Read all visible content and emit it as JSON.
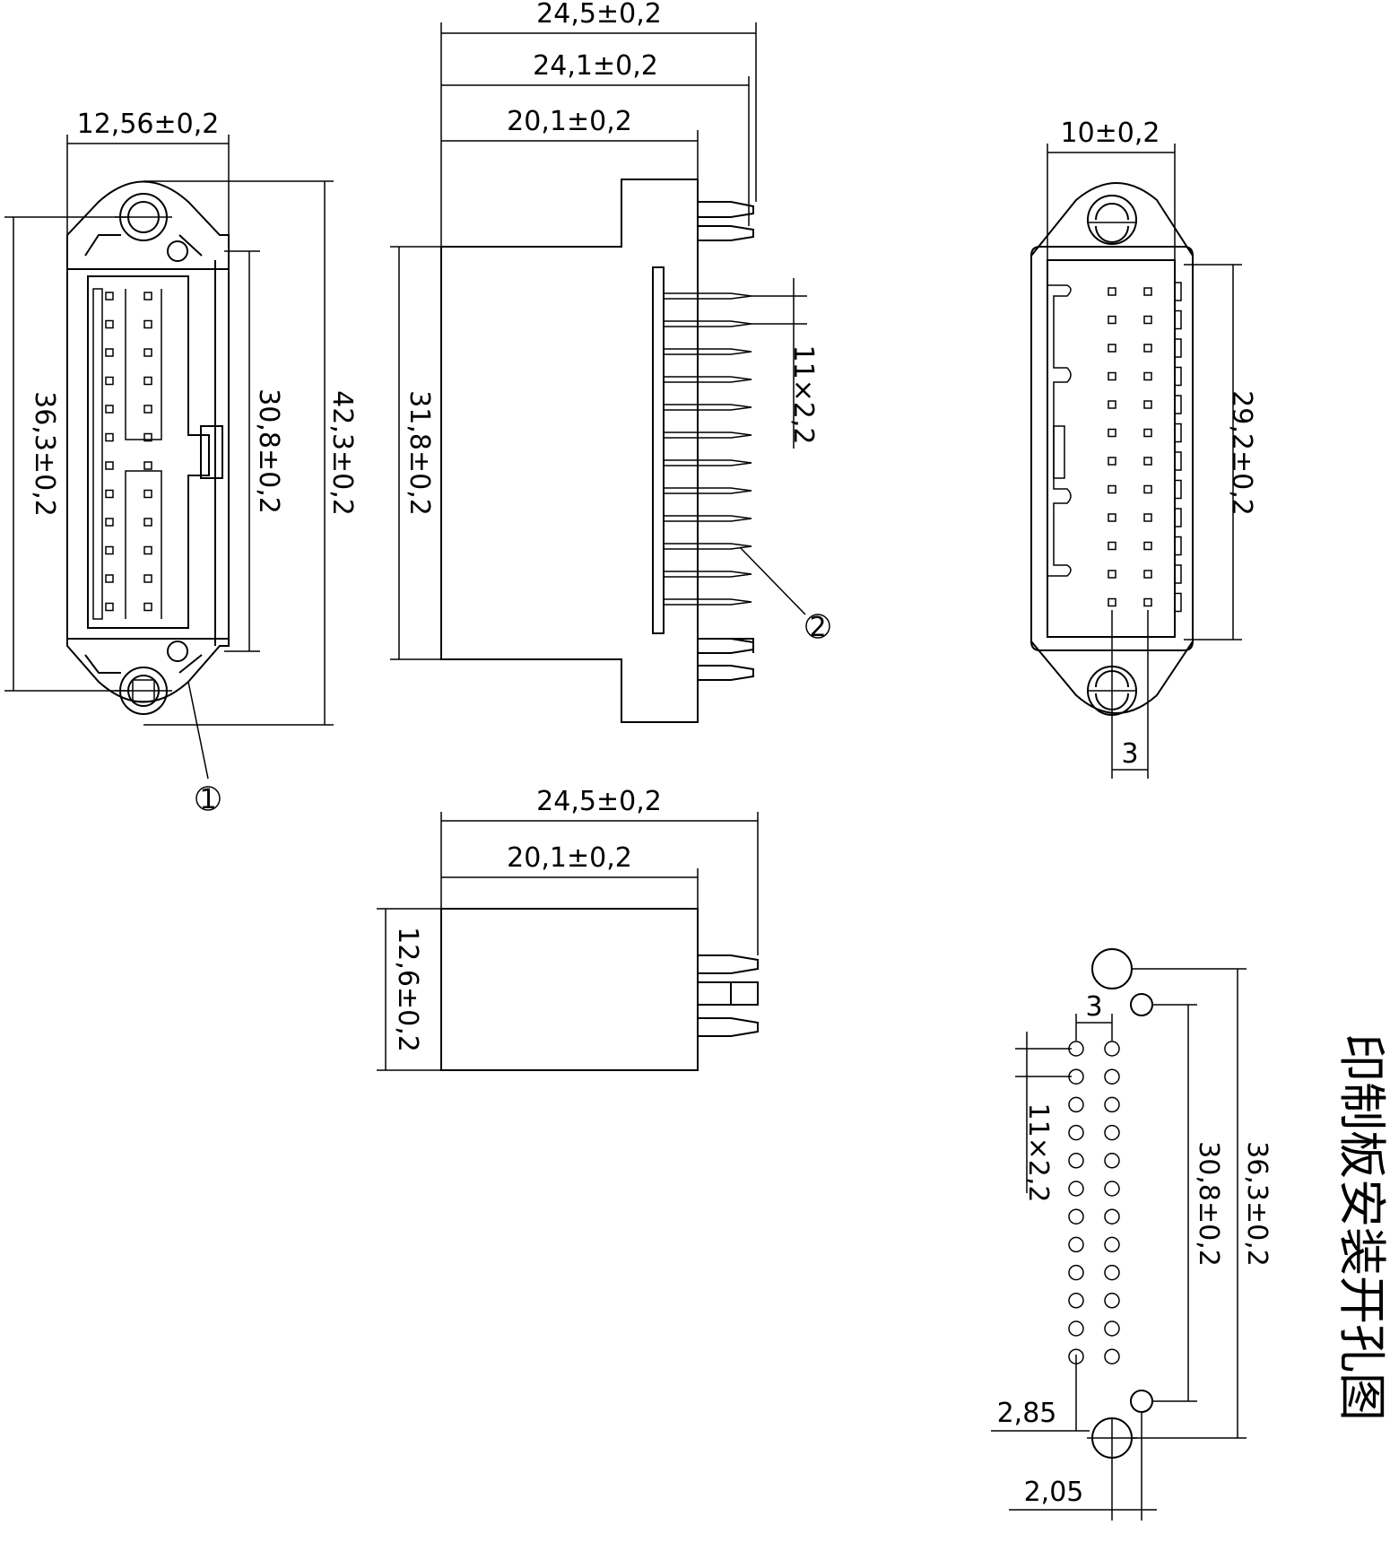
{
  "front_view": {
    "width_label": "12,56±0,2",
    "mount_pitch_label": "36,3±0,2",
    "inner_height_label": "30,8±0,2",
    "overall_height_label": "42,3±0,2",
    "callout_label": "1"
  },
  "side_view": {
    "overall_length_label": "24,5±0,2",
    "pin_length_label": "24,1±0,2",
    "body_length_label": "20,1±0,2",
    "body_height_label": "31,8±0,2",
    "pitch_label": "11×2,2",
    "callout_label": "2"
  },
  "top_view": {
    "overall_length_label": "24,5±0,2",
    "body_length_label": "20,1±0,2",
    "height_label": "12,6±0,2"
  },
  "rear_view": {
    "width_label": "10±0,2",
    "height_label": "29,2±0,2",
    "row_pitch_label": "3"
  },
  "pcb_layout": {
    "title": "印制板安装开孔图",
    "row_pitch_label": "3",
    "pitch_label": "11×2,2",
    "inner_pitch_label": "30,8±0,2",
    "outer_pitch_label": "36,3±0,2",
    "large_hole_label": "2,85",
    "small_hole_label": "2,05"
  }
}
